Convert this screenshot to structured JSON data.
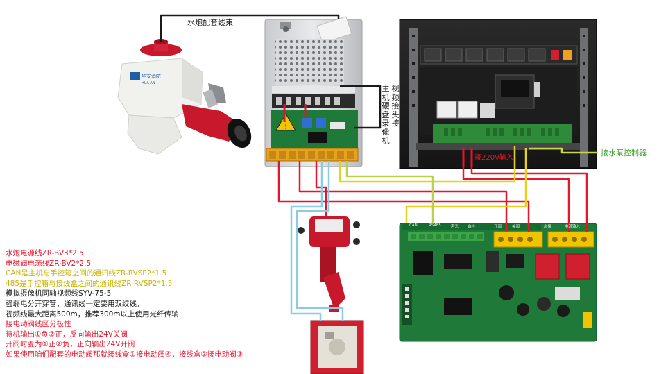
{
  "labels": {
    "cannon_harness": "水炮配套线束",
    "video_col1": "主机硬盘录像机",
    "video_col2": "视频接头接",
    "ac_input": "接220V输入",
    "pump_controller": "接水泵控制器",
    "cannon_brand": "华安消防",
    "cannon_brand_sub": "HUA AN",
    "board_labels": [
      "CAN",
      "RS485",
      "声光",
      "自检",
      "开阀",
      "关阀",
      "启泵",
      "电源输入"
    ]
  },
  "notes": [
    {
      "text": "水炮电源线ZR-BV3*2.5",
      "color": "#e3162d"
    },
    {
      "text": "电磁阀电源线ZR-BV2*2.5",
      "color": "#e3162d"
    },
    {
      "text": "CAN是主机与手控箱之间的通讯线ZR-RVSP2*1.5",
      "color": "#c9b400"
    },
    {
      "text": "485是手控箱与接线盒之间的通讯线ZR-RVSP2*1.5",
      "color": "#c9b400"
    },
    {
      "text": "模拟摄像机同轴视频线SYV-75-5",
      "color": "#1a1a1a"
    },
    {
      "text": "强弱电分开穿管，通讯线一定要用双绞线，",
      "color": "#1a1a1a"
    },
    {
      "text": "视频线最大距离500m，推荐300m以上使用光纤传输",
      "color": "#1a1a1a"
    },
    {
      "text": "接电动阀线区分极性",
      "color": "#e3162d"
    },
    {
      "text": "待机输出①负②正，反向输出24V关阀",
      "color": "#e3162d"
    },
    {
      "text": "开阀时变为①正②负，正向输出24V开阀",
      "color": "#e3162d"
    },
    {
      "text": "如果使用咱们配套的电动阀那就接线盒①接电动阀④，接线盒②接电动阀③",
      "color": "#e3162d"
    }
  ],
  "colors": {
    "wire_red": "#e3162d",
    "wire_yellow": "#e6d21e",
    "wire_green_yellow": "#b8d34a",
    "wire_blue": "#8ccbe8",
    "wire_black": "#1a1a1a",
    "pcb_green": "#1f7a3a",
    "terminal_orange": "#e8a21a",
    "label_green": "#3aa02a"
  }
}
